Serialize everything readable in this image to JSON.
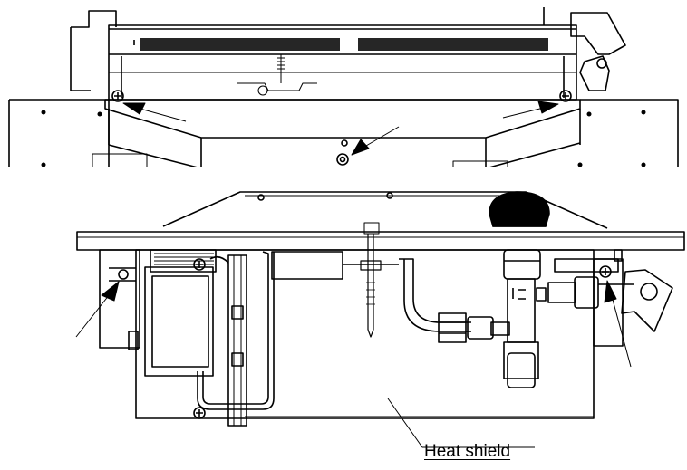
{
  "figure": {
    "top_view": {
      "name": "top-assembly-view"
    },
    "bottom_view": {
      "name": "side-assembly-view"
    },
    "callout": {
      "label": "Heat shield"
    },
    "colors": {
      "line": "#000000",
      "background": "#ffffff"
    }
  }
}
